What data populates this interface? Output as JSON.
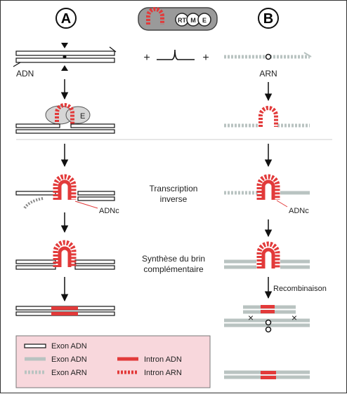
{
  "panels": {
    "a": "A",
    "b": "B"
  },
  "complex": {
    "rt": "RT",
    "m": "M",
    "e": "E"
  },
  "signs": {
    "plus": "+"
  },
  "dna_label": "ADN",
  "rna_label": "ARN",
  "enzyme_label": "E",
  "steps": {
    "reverse_transcription": [
      "Transcription",
      "inverse"
    ],
    "complementary": [
      "Synthèse du brin",
      "complémentaire"
    ],
    "recombination": "Recombinaison"
  },
  "cdna_label": "ADNc",
  "crossover_mark": "×",
  "legend": {
    "dna_exon_white": "Exon ADN",
    "dna_exon_grey": "Exon ADN",
    "rna_exon": "Exon ARN",
    "dna_intron": "Intron ADN",
    "rna_intron": "Intron ARN"
  },
  "colors": {
    "intron_red": "#e23a3a",
    "grey_strand": "#b9c3c1",
    "legend_bg": "#f8d7dc",
    "divider": "#cfcfcf"
  }
}
